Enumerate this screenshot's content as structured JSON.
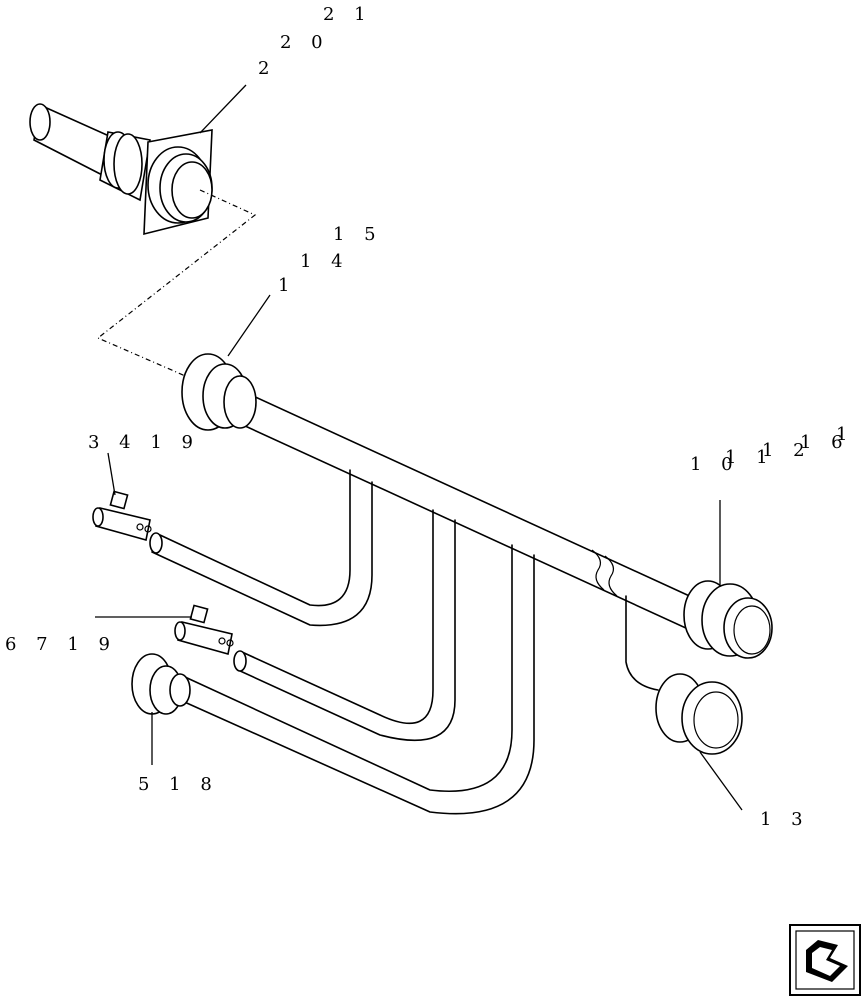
{
  "callouts": {
    "c21": "2 1",
    "c20": "2 0",
    "c2": "2",
    "c15": "1 5",
    "c14": "1 4",
    "c1": "1",
    "c3_4_19": "3  4  1 9",
    "c10": "1 0",
    "c11": "1 1",
    "c12": "1 2",
    "c16": "1 6",
    "c17": "1 7",
    "c6_7_19": "6  7  1 9",
    "c5_18": "5  1 8",
    "c13": "1 3"
  },
  "nav_icon": "return-arrow-icon"
}
